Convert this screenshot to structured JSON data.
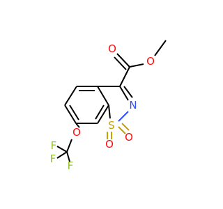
{
  "colors": {
    "carbon_bond": "#000000",
    "oxygen": "#ff0d0d",
    "nitrogen": "#3050f8",
    "sulfur": "#c8a000",
    "fluorine": "#90c030"
  },
  "atoms": {
    "o_carbonyl": "O",
    "o_ester": "O",
    "n_ring": "N",
    "s_ring": "S",
    "o_sulfonyl_left": "O",
    "o_sulfonyl_right": "O",
    "o_ether": "O",
    "f_top": "F",
    "f_left": "F",
    "f_bottom": "F"
  }
}
